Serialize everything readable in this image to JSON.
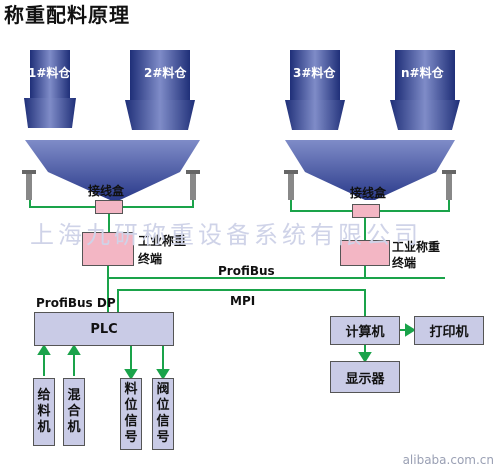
{
  "title": "称重配料原理",
  "silos": [
    "1#料仓",
    "2#料仓",
    "3#料仓",
    "n#料仓"
  ],
  "junction_box": "接线盒",
  "terminal": [
    "工业称重",
    "终端"
  ],
  "bus_labels": {
    "profibus": "ProfiBus",
    "profibus_dp": "ProfiBus DP",
    "mpi": "MPI"
  },
  "plc": "PLC",
  "computer": "计算机",
  "printer": "打印机",
  "display": "显示器",
  "outputs": [
    [
      "给",
      "料",
      "机"
    ],
    [
      "混",
      "合",
      "机"
    ],
    [
      "料",
      "位",
      "信",
      "号"
    ],
    [
      "阀",
      "位",
      "信",
      "号"
    ]
  ],
  "watermark": "上海九研称重设备系统有限公司",
  "credit": "alibaba.com.cn",
  "colors": {
    "silo": "#2c3e8c",
    "pink": "#f3b6c4",
    "box": "#c9cbe6",
    "line": "#1aa34a"
  }
}
